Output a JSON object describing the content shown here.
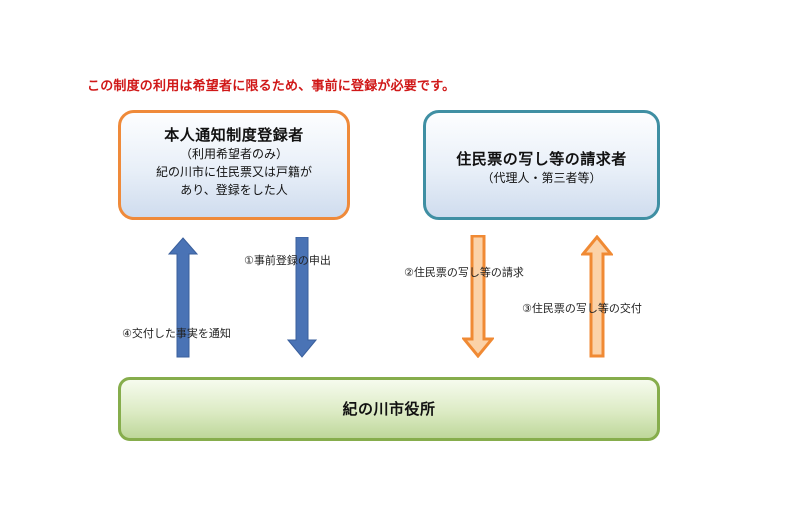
{
  "notice": "この制度の利用は希望者に限るため、事前に登録が必要です。",
  "boxes": {
    "registrant": {
      "title": "本人通知制度登録者",
      "note": "（利用希望者のみ）",
      "desc_line1": "紀の川市に住民票又は戸籍が",
      "desc_line2": "あり、登録をした人"
    },
    "requester": {
      "title": "住民票の写し等の請求者",
      "note": "（代理人・第三者等）"
    },
    "city_office": {
      "title": "紀の川市役所"
    }
  },
  "steps": {
    "step1": "①事前登録の申出",
    "step2": "②住民票の写し等の請求",
    "step3": "③住民票の写し等の交付",
    "step4": "④交付した事実を通知"
  },
  "colors": {
    "notice": "#d01818",
    "registrant_border": "#ef8a3a",
    "requester_border": "#3f8fa3",
    "office_border": "#86ad4c",
    "blue_arrow": "#4a73b5",
    "orange_arrow": "#f39a47"
  }
}
